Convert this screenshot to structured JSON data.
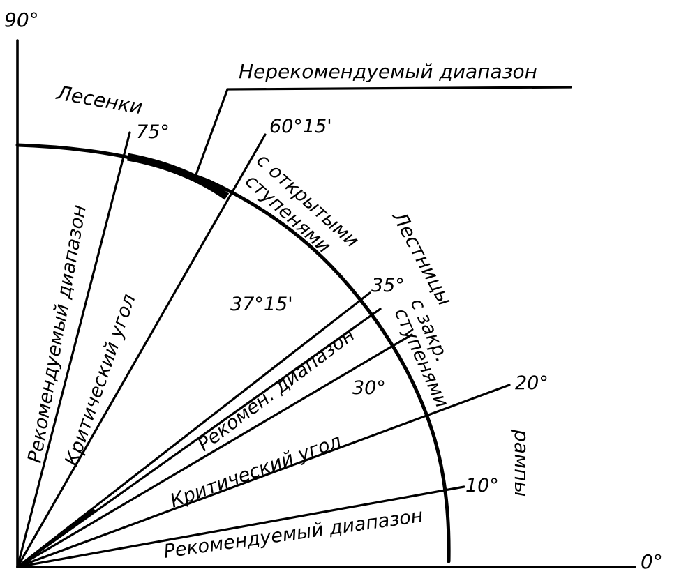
{
  "axes": {
    "top_label": "90°",
    "right_label": "0°"
  },
  "angle_labels": {
    "a75": "75°",
    "a60_15": "60°15'",
    "a37_15": "37°15'",
    "a35": "35°",
    "a30": "30°",
    "a20": "20°",
    "a10": "10°"
  },
  "region_labels": {
    "ladders": "Лесенки",
    "non_recommended": "Нерекомендуемый диапазон",
    "recommended_vertical": "Рекомендуемый диапазон",
    "critical_angle_upper": "Критический угол",
    "open_treads_1": "с открытыми",
    "open_treads_2": "ступенями",
    "stairs": "Лестницы",
    "closed_treads_1": "с закр.",
    "closed_treads_2": "ступенями",
    "recommended_short": "Рекомен. диапазон",
    "critical_angle_lower": "Критический угол",
    "ramps": "рампы",
    "recommended_bottom": "Рекомендуемый диапазон"
  }
}
